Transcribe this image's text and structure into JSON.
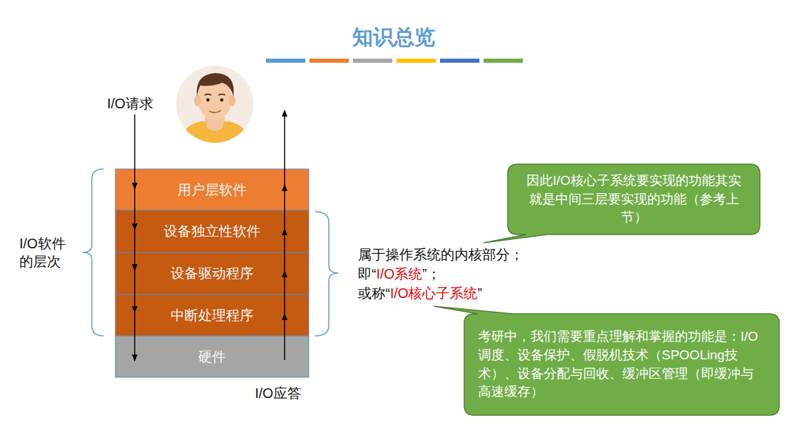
{
  "diagram": {
    "title": "知识总览",
    "nodes": [
      {
        "text": [
          "用户层软件"
        ]
      },
      {
        "text": [
          "设备独立性软件"
        ]
      },
      {
        "text": [
          "设备驱动程序"
        ]
      },
      {
        "text": [
          "中断处理程序"
        ]
      },
      {
        "text": [
          "硬件"
        ]
      },
      {
        "text": [
          "因此I/O核心子系统要实现的功能其实就是中间三层要实现的功能（参考上节）"
        ]
      },
      {
        "text": [
          "考研中，我们需要重点理解和掌握的功能是：I/O调度、设备保护、假脱机技术（SPOOLing技术）、设备分配与回收、缓冲区管理（即缓冲与高速缓存）"
        ]
      }
    ],
    "labels": [
      "I/O请求",
      "I/O应答",
      "I/O软件 的层次",
      "属于操作系统的内核部分；",
      "即“",
      "I/O系统",
      "”；",
      "或称“",
      "I/O核心子系统",
      "”"
    ]
  }
}
